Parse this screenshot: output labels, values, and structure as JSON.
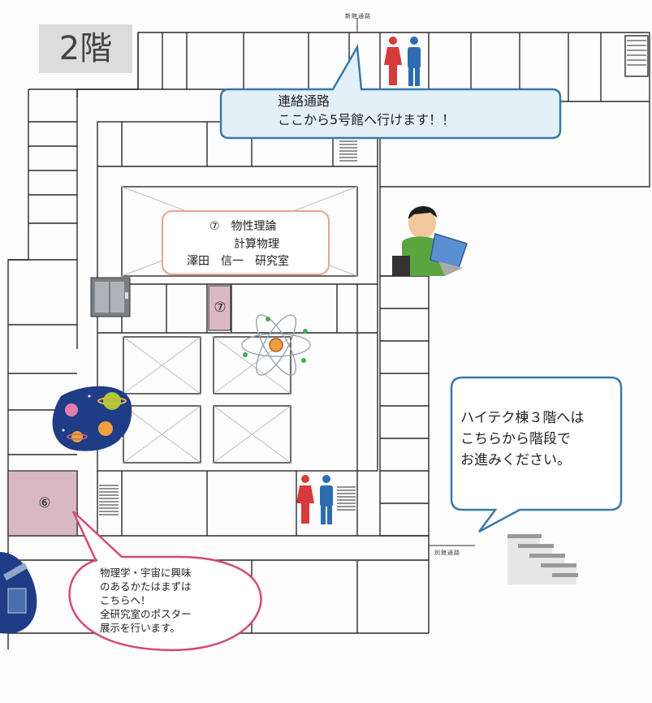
{
  "floor": {
    "label": "2階"
  },
  "corridors": {
    "north": "新館通路",
    "east": "別館通路"
  },
  "callouts": {
    "connection": {
      "title": "連絡通路",
      "body": "ここから5号館へ行けます！！"
    },
    "lab7": {
      "line1": "⑦　物性理論",
      "line2": "計算物理",
      "line3": "澤田　信一　研究室"
    },
    "hitech": {
      "line1": "ハイテク棟３階へは",
      "line2": "こちらから階段で",
      "line3": "お進みください。"
    },
    "room6": {
      "line1": "物理学・宇宙に興味",
      "line2": "のあるかたはまずは",
      "line3": "こちらへ！",
      "line4": "全研究室のポスター",
      "line5": "展示を行います。"
    }
  },
  "rooms": {
    "room6": "⑥",
    "room7": "⑦"
  },
  "icons": {
    "restroom_top": "restroom-icon",
    "restroom_bottom": "restroom-icon",
    "elevator": "elevator-icon",
    "stairs": "stairs-icon",
    "atom": "atom-icon",
    "planets": "planets-icon",
    "person_laptop": "person-laptop-icon",
    "satellite": "satellite-icon"
  },
  "colors": {
    "wall": "#2b2b2b",
    "blue_callout_fill": "#e3f0f8",
    "blue_callout_stroke": "#3a79a8",
    "orange_callout_stroke": "#e8a38a",
    "pink_callout_stroke": "#d6487a",
    "room_pink": "#d9b8c4",
    "restroom_male": "#2d6cb3",
    "restroom_female": "#d63a3a"
  }
}
